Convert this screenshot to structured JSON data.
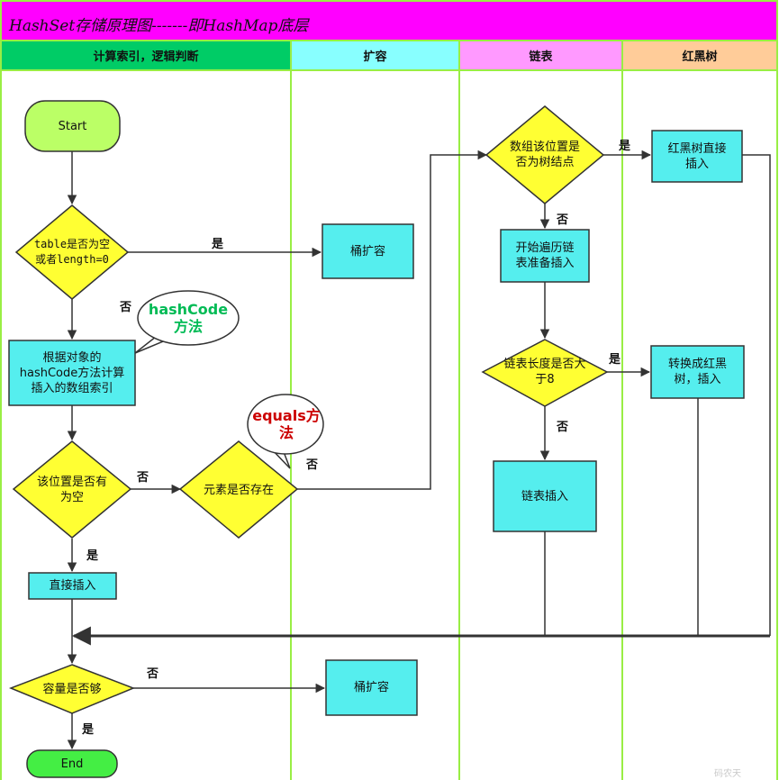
{
  "title": "HashSet存储原理图-------即HashMap底层",
  "lanes": [
    "计算索引，逻辑判断",
    "扩容",
    "链表",
    "红黑树"
  ],
  "nodes": {
    "start": "Start",
    "table_check": "table是否为空\n或者length=0",
    "resize1": "桶扩容",
    "calc_index": "根据对象的\nhashCode方法计算\n插入的数组索引",
    "pos_empty": "该位置是否有\n为空",
    "direct_insert": "直接插入",
    "elem_exists": "元素是否存在",
    "tree_node": "数组该位置是\n否为树结点",
    "rbt_insert": "红黑树直接\n插入",
    "traverse": "开始遍历链\n表准备插入",
    "list_len": "链表长度是否大\n于8",
    "convert_rbt": "转换成红黑\n树，插入",
    "list_insert": "链表插入",
    "capacity": "容量是否够",
    "resize2": "桶扩容",
    "end": "End"
  },
  "callouts": {
    "hashcode": "hashCode\n方法",
    "equals": "equals方\n法"
  },
  "edge_labels": {
    "yes": "是",
    "no": "否"
  },
  "watermark": "码农天",
  "colors": {
    "title_bg": "#ff00ff",
    "lane1": "#00cc66",
    "lane2": "#88ffff",
    "lane3": "#ff99ff",
    "lane4": "#ffcc99",
    "lane_border": "#99ee44",
    "process": "#55eeee",
    "decision": "#ffff33",
    "terminal_start": "#bbff66",
    "terminal_end": "#44ee44",
    "callout_hash": "#00bb55",
    "callout_equals": "#cc0000"
  }
}
